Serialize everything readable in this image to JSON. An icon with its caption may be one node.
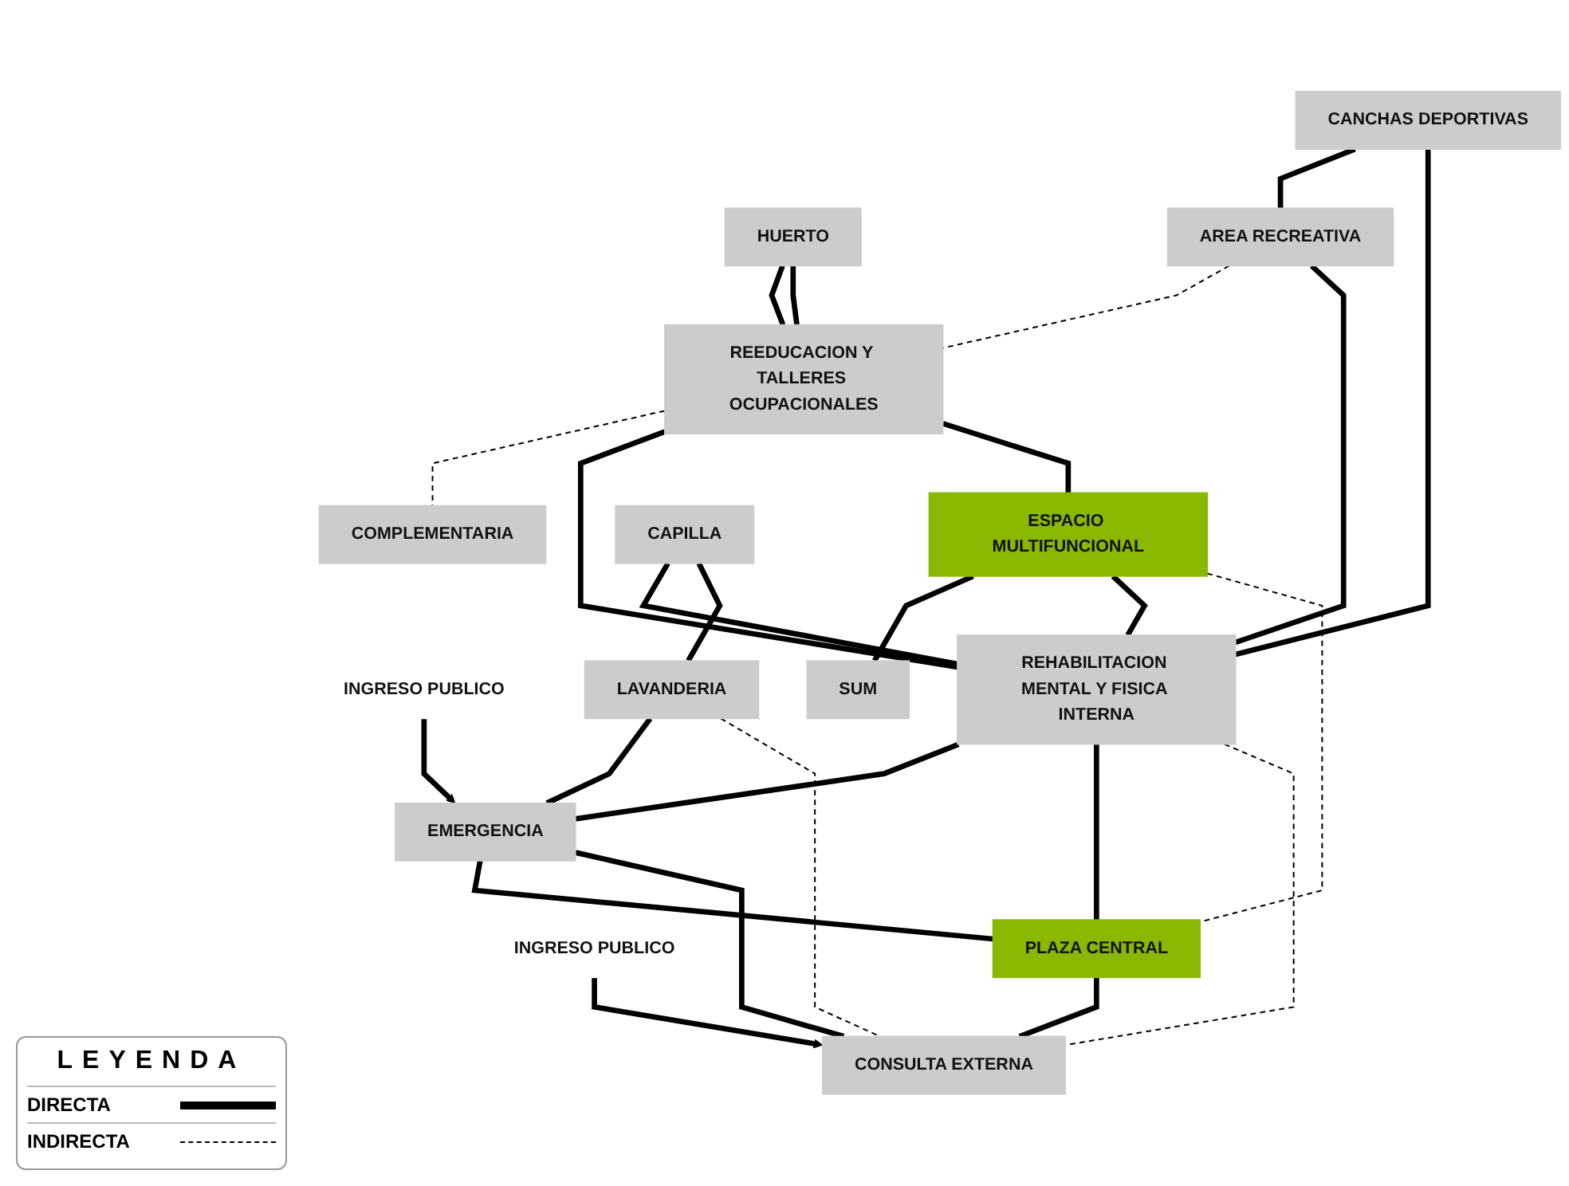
{
  "diagram": {
    "nodes": [
      {
        "text": [
          "HUERTO"
        ]
      },
      {
        "text": [
          "REEDUCACION Y TALLERES OCUPACIONALES"
        ]
      },
      {
        "text": [
          "COMPLEMENTARIA"
        ]
      },
      {
        "text": [
          "CANCHAS DEPORTIVAS"
        ]
      },
      {
        "text": [
          "AREA RECREATIVA"
        ]
      },
      {
        "text": [
          "ESPACIO MULTIFUNCIONAL"
        ]
      },
      {
        "text": [
          "SUM"
        ]
      },
      {
        "text": [
          "CAPILLA"
        ]
      },
      {
        "text": [
          "REHABILITACION MENTAL Y FISICA INTERNA"
        ]
      },
      {
        "text": [
          "LAVANDERIA"
        ]
      },
      {
        "text": [
          "INGRESO PUBLICO"
        ]
      },
      {
        "text": [
          "EMERGENCIA"
        ]
      },
      {
        "text": [
          "PLAZA CENTRAL"
        ]
      },
      {
        "text": [
          "CONSULTA EXTERNA"
        ]
      },
      {
        "text": [
          "INGRESO PUBLICO"
        ]
      }
    ],
    "edges": [
      {
        "from": 0,
        "to": 1,
        "arrow": "none"
      },
      {
        "from": 0,
        "to": 1,
        "arrow": "none"
      },
      {
        "from": 4,
        "to": 1,
        "arrow": "none",
        "style": "dashed"
      },
      {
        "from": 1,
        "to": 2,
        "arrow": "none",
        "style": "dashed"
      },
      {
        "from": 3,
        "to": 4,
        "arrow": "none"
      },
      {
        "from": 1,
        "to": 8,
        "arrow": "none"
      },
      {
        "from": 3,
        "to": 8,
        "arrow": "none"
      },
      {
        "from": 4,
        "to": 8,
        "arrow": "none"
      },
      {
        "from": 1,
        "to": 5,
        "arrow": "none"
      },
      {
        "from": 5,
        "to": 6,
        "arrow": "none"
      },
      {
        "from": 5,
        "to": 8,
        "arrow": "none"
      },
      {
        "from": 5,
        "to": 12,
        "arrow": "none",
        "style": "dashed"
      },
      {
        "from": 7,
        "to": 8,
        "arrow": "none"
      },
      {
        "from": 7,
        "to": 9,
        "arrow": "none"
      },
      {
        "from": 8,
        "to": 11,
        "arrow": "none"
      },
      {
        "from": 8,
        "to": 12,
        "arrow": "none"
      },
      {
        "from": 8,
        "to": 13,
        "arrow": "none",
        "style": "dashed"
      },
      {
        "from": 9,
        "to": 11,
        "arrow": "none"
      },
      {
        "from": 9,
        "to": 13,
        "arrow": "none",
        "style": "dashed"
      },
      {
        "from": 10,
        "to": 11,
        "arrow": "to"
      },
      {
        "from": 11,
        "to": 12,
        "arrow": "none"
      },
      {
        "from": 11,
        "to": 13,
        "arrow": "none"
      },
      {
        "from": 12,
        "to": 13,
        "arrow": "none"
      },
      {
        "from": 14,
        "to": 13,
        "arrow": "to"
      }
    ],
    "labels": [
      "LEYENDA"
    ],
    "legend": [
      {
        "text": "DIRECTA"
      },
      {
        "text": "INDIRECTA"
      }
    ]
  }
}
